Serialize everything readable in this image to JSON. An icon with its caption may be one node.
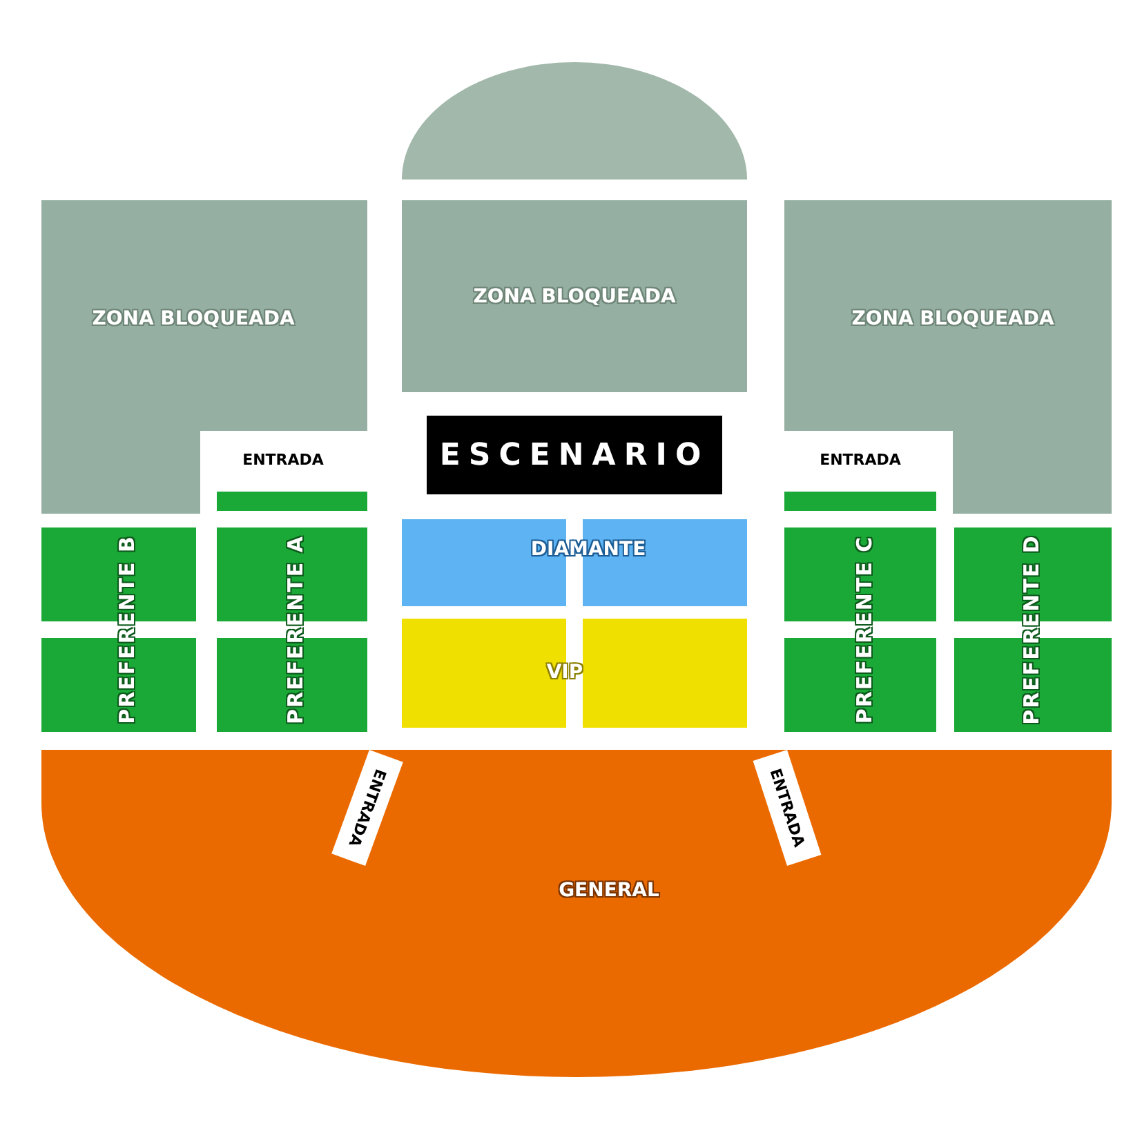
{
  "diagram": {
    "nodes": [
      {
        "text": [],
        "shape": "box"
      },
      {
        "text": [
          "ZONA BLOQUEADA"
        ]
      },
      {
        "text": [
          "ZONA BLOQUEADA"
        ]
      },
      {
        "text": [
          "ZONA BLOQUEADA"
        ]
      },
      {
        "text": [
          "ENTRADA"
        ]
      },
      {
        "text": [
          "ESCENARIO"
        ]
      },
      {
        "text": [
          "ENTRADA"
        ]
      },
      {
        "text": [],
        "shape": "bar"
      },
      {
        "text": [],
        "shape": "bar"
      },
      {
        "text": [
          "PREFERENTE B"
        ]
      },
      {
        "text": [
          "PREFERENTE A"
        ]
      },
      {
        "text": [
          "DIAMANTE"
        ]
      },
      {
        "text": [
          "PREFERENTE C"
        ]
      },
      {
        "text": [
          "PREFERENTE D"
        ]
      },
      {
        "text": [
          "VIP"
        ]
      },
      {
        "text": [
          "ENTRADA"
        ],
        "in": 17
      },
      {
        "text": [
          "ENTRADA"
        ],
        "in": 17
      },
      {
        "text": [
          "GENERAL"
        ]
      }
    ]
  }
}
